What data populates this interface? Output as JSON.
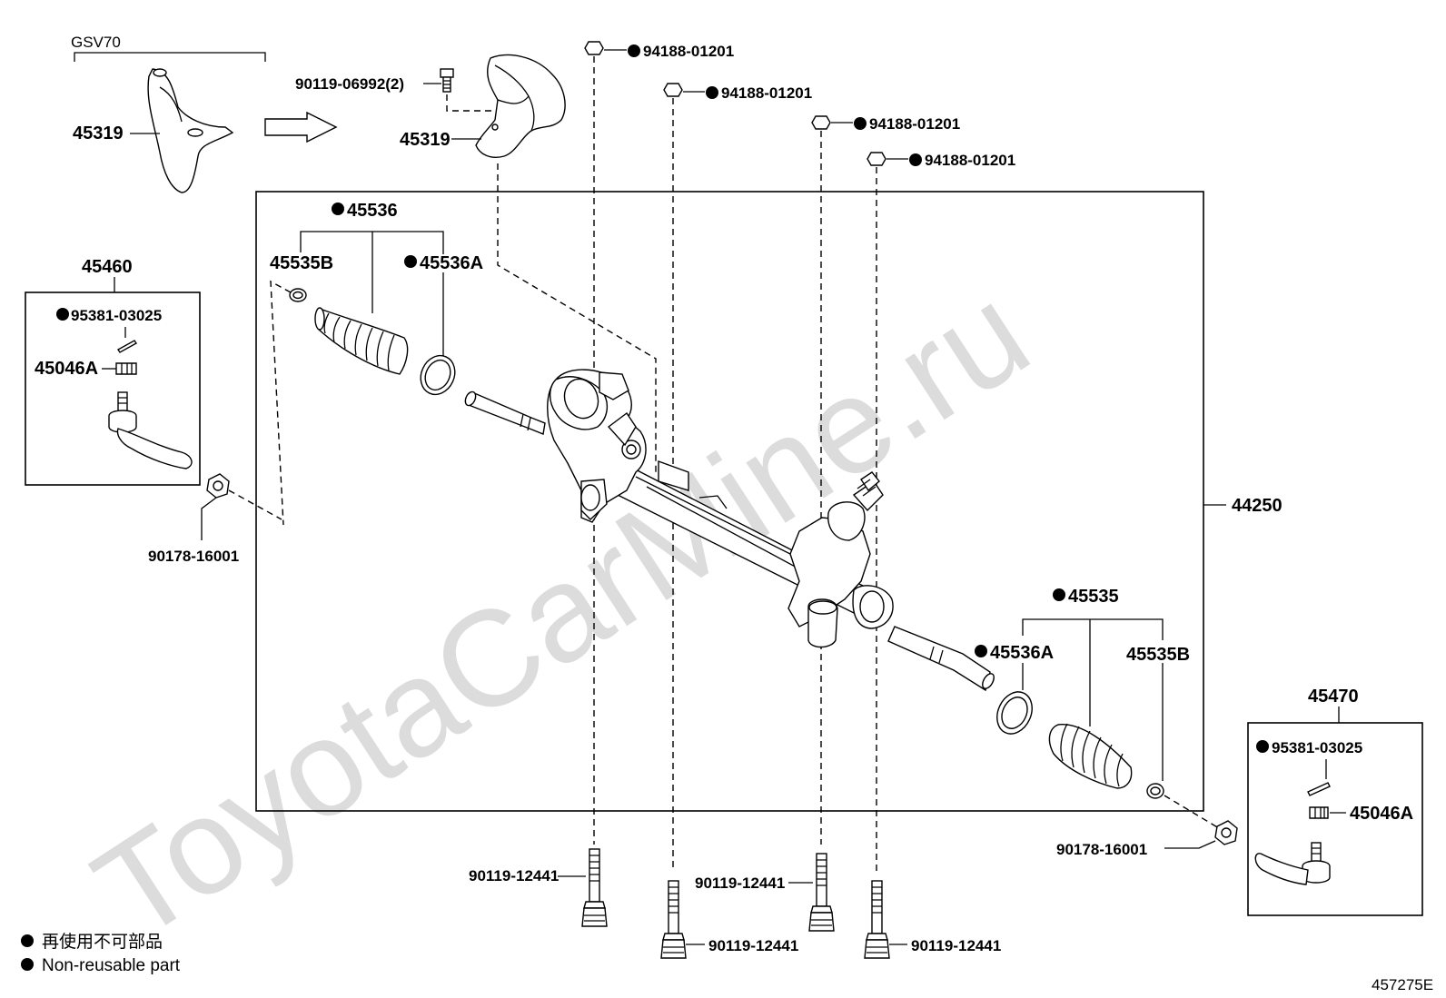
{
  "diagram": {
    "watermark": "ToyotaCarMine.ru",
    "figure_code": "457275E",
    "variant_label": "GSV70",
    "labels": {
      "p45319_left": "45319",
      "p45319_right": "45319",
      "p90119_06992": "90119-06992(2)",
      "p94188_a": "94188-01201",
      "p94188_b": "94188-01201",
      "p94188_c": "94188-01201",
      "p94188_d": "94188-01201",
      "p45536": "45536",
      "p45535B_left": "45535B",
      "p45536A_left": "45536A",
      "p45460": "45460",
      "p95381_left": "95381-03025",
      "p45046A_left": "45046A",
      "p90178_left": "90178-16001",
      "p44250": "44250",
      "p45535": "45535",
      "p45536A_right": "45536A",
      "p45535B_right": "45535B",
      "p45470": "45470",
      "p95381_right": "95381-03025",
      "p45046A_right": "45046A",
      "p90178_right": "90178-16001",
      "p90119_12441_a": "90119-12441",
      "p90119_12441_b": "90119-12441",
      "p90119_12441_c": "90119-12441",
      "p90119_12441_d": "90119-12441"
    },
    "legend": {
      "jp": "再使用不可部品",
      "en": "Non-reusable part"
    }
  }
}
